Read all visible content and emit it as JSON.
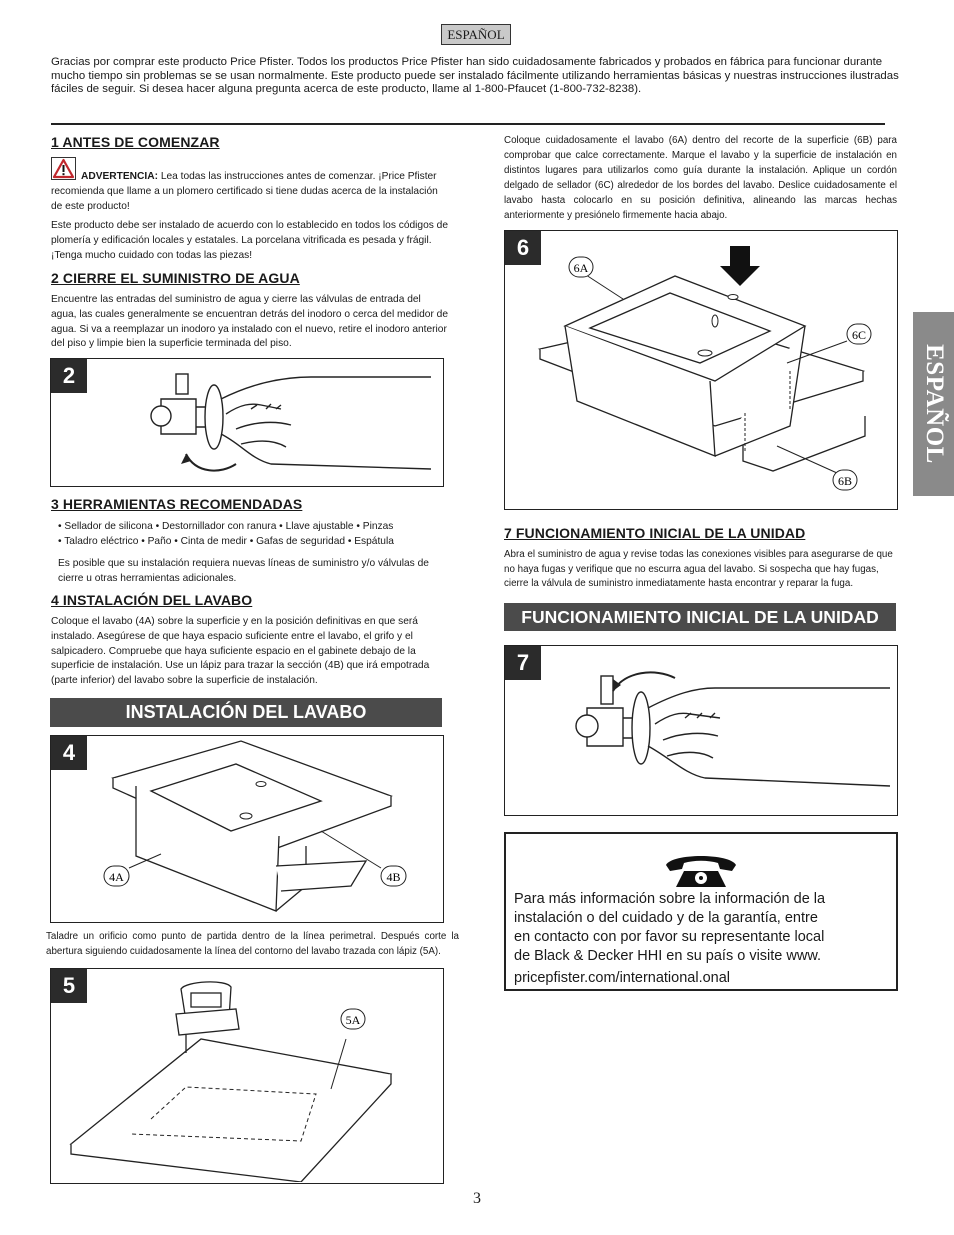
{
  "header": {
    "language_tag": "ESPAÑOL"
  },
  "intro": "Gracias por comprar este producto Price Pfister. Todos los productos Price Pfister han sido cuidadosamente fabricados y probados en fábrica para funcionar durante mucho tiempo sin problemas se se usan normalmente. Este producto puede ser instalado fácilmente utilizando herramientas básicas y nuestras instrucciones ilustradas fáciles de seguir. Si desea hacer alguna pregunta acerca de este producto, llame al 1-800-Pfaucet (1-800-732-8238).",
  "sections": {
    "s1": {
      "title": "1 ANTES DE COMENZAR",
      "warning_label": "ADVERTENCIA:",
      "warning_text": " Lea todas las instrucciones antes de comenzar. ¡Price Pfister recomienda que llame a un plomero certificado si tiene dudas acerca de la instalación de este producto!",
      "body": "Este producto debe ser instalado de acuerdo con lo establecido en todos los códigos de plomería y edificación locales y estatales. La porcelana vitrificada es pesada y frágil. ¡Tenga mucho cuidado con todas las piezas!"
    },
    "s2": {
      "title": "2 CIERRE EL SUMINISTRO DE AGUA",
      "body": "Encuentre las entradas del suministro de agua y cierre las válvulas de entrada del agua, las cuales generalmente se encuentran detrás del inodoro o cerca del medidor de agua. Si va a reemplazar un inodoro ya instalado con el nuevo, retire el inodoro anterior del piso y limpie bien la superficie terminada del piso."
    },
    "s3": {
      "title": "3 HERRAMIENTAS RECOMENDADAS",
      "bullets": [
        "• Sellador de silicona • Destornillador con ranura • Llave ajustable • Pinzas",
        "• Taladro eléctrico • Paño • Cinta de medir • Gafas de seguridad • Espátula"
      ],
      "note": "Es posible que su instalación requiera nuevas líneas de suministro y/o válvulas de cierre u otras herramientas adicionales."
    },
    "s4": {
      "title": "4  INSTALACIÓN DEL LAVABO",
      "body": "Coloque el lavabo (4A) sobre la superficie y en la posición definitivas en que será instalado. Asegúrese de que haya espacio suficiente entre el lavabo, el grifo y el salpicadero. Compruebe que haya suficiente espacio en el gabinete debajo de la superficie de instalación. Use un lápiz para trazar la sección (4B) que irá empotrada (parte inferior) del lavabo sobre la superficie de instalación."
    },
    "s7": {
      "title": "7 FUNCIONAMIENTO INICIAL DE LA UNIDAD",
      "body": "Abra el suministro de agua y revise todas las conexiones visibles para asegurarse de que no haya fugas y verifique que no escurra agua del lavabo. Si sospecha que hay fugas, cierre la válvula de suministro inmediatamente hasta encontrar y reparar la fuga."
    }
  },
  "banners": {
    "left": "INSTALACIÓN DEL LAVABO",
    "right": "FUNCIONAMIENTO INICIAL DE LA UNIDAD"
  },
  "drill_text": "Taladre un orificio como punto de partida dentro de la línea perimetral. Después corte la abertura siguiendo cuidadosamente la línea del contorno del lavabo trazada con lápiz (5A).",
  "step6_text": "Coloque cuidadosamente el lavabo (6A) dentro del recorte de la superficie (6B) para comprobar que calce correctamente. Marque el lavabo y la superficie de instalación en distintos lugares para utilizarlos como guía durante la instalación. Aplique un cordón delgado de sellador (6C) alrededor de los bordes del lavabo. Deslice cuidadosamente el lavabo hasta colocarlo en su posición definitiva, alineando las marcas hechas anteriormente y presiónelo firmemente hacia abajo.",
  "figures": {
    "f2": {
      "number": "2"
    },
    "f4": {
      "number": "4",
      "labels": [
        "4A",
        "4B"
      ]
    },
    "f5": {
      "number": "5",
      "labels": [
        "5A"
      ]
    },
    "f6": {
      "number": "6",
      "labels": [
        "6A",
        "6C",
        "6B"
      ]
    },
    "f7": {
      "number": "7"
    }
  },
  "contact": {
    "icon": "telephone-icon",
    "lines": [
      "Para más información sobre la información de la",
      "instalación o del cuidado y de la garantía, entre",
      "en contacto con por favor su representante local",
      "de Black & Decker HHI en su país o visite www."
    ],
    "url": "pricepfister.com/international.onal"
  },
  "side_tab": "ESPAÑOL",
  "page_number": "3"
}
